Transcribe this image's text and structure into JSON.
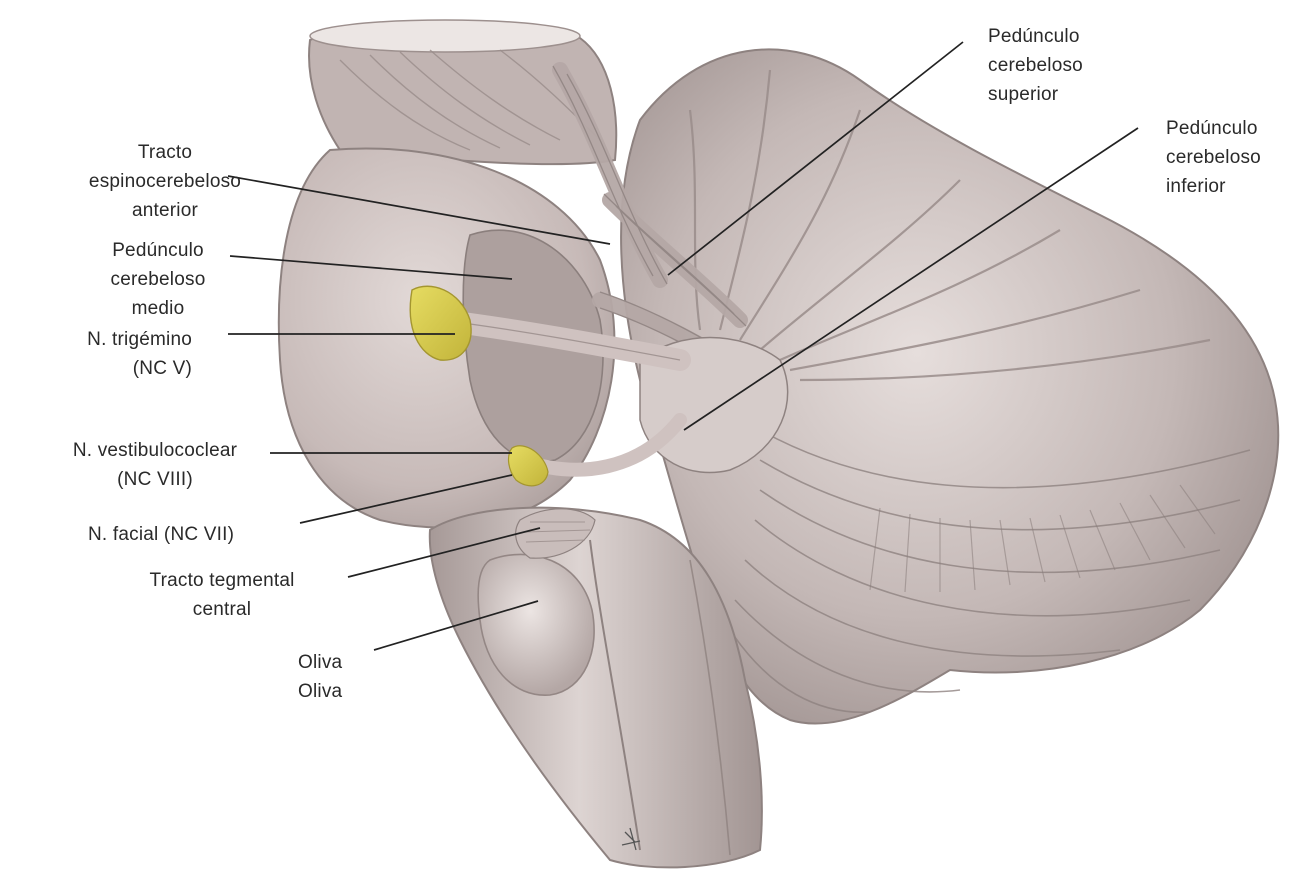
{
  "colors": {
    "background": "#ffffff",
    "tissue": "#c9bdbb",
    "tissue_light": "#ddd3d1",
    "tissue_dark": "#9c8f8d",
    "nerve_highlight": "#d8cc4a",
    "leader_line": "#222222",
    "label_text": "#2a2a2a"
  },
  "labels": {
    "superior_peduncle": [
      "Pedúnculo",
      "cerebeloso",
      "superior"
    ],
    "inferior_peduncle": [
      "Pedúnculo",
      "cerebeloso",
      "inferior"
    ],
    "anterior_spinocerebellar": [
      "Tracto",
      "espinocerebeloso",
      "anterior"
    ],
    "middle_peduncle": [
      "Pedúnculo",
      "cerebeloso",
      "medio"
    ],
    "trigeminal": [
      "N. trigémino",
      "(NC V)"
    ],
    "vestibulocochlear": [
      "N. vestibulococlear",
      "(NC VIII)"
    ],
    "facial": [
      "N. facial (NC VII)"
    ],
    "central_tegmental": [
      "Tracto tegmental",
      "central"
    ],
    "olive": [
      "Oliva",
      "Oliva"
    ]
  }
}
